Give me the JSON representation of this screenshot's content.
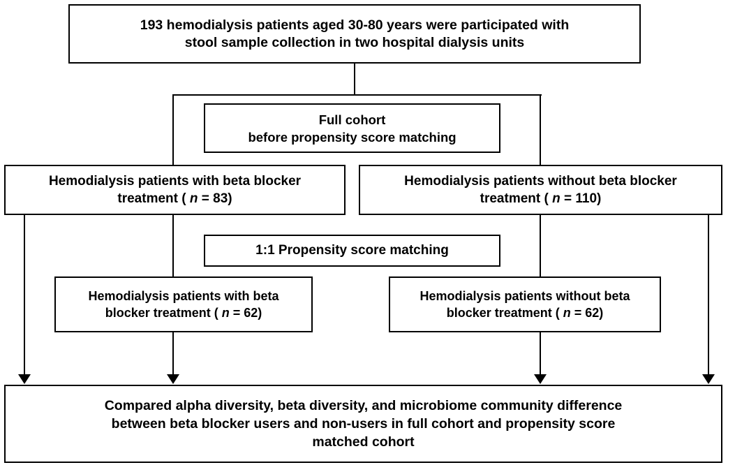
{
  "figure": {
    "type": "flowchart",
    "title": "Study design flow diagram",
    "line_color": "#000000",
    "box_fill": "#ffffff",
    "text_color": "#000000"
  },
  "nodes": {
    "top": {
      "line1": "193 hemodialysis patients aged 30-80 years were participated with",
      "line2": "stool sample collection in two hospital dialysis units"
    },
    "full_cohort": {
      "line1": "Full cohort",
      "line2": "before propensity score matching"
    },
    "bb_full": {
      "line1": "Hemodialysis patients with beta blocker",
      "line2_pre": "treatment ( ",
      "line2_italic": "n",
      "line2_post": " = 83)"
    },
    "nobb_full": {
      "line1": "Hemodialysis patients without beta blocker",
      "line2_pre": "treatment ( ",
      "line2_italic": "n",
      "line2_post": " = 110)"
    },
    "psm": {
      "line1": "1:1 Propensity score matching"
    },
    "bb_psm": {
      "line1": "Hemodialysis patients with beta",
      "line2_pre": "blocker treatment ( ",
      "line2_italic": "n",
      "line2_post": " = 62)"
    },
    "nobb_psm": {
      "line1": "Hemodialysis patients without beta",
      "line2_pre": "blocker treatment ( ",
      "line2_italic": "n",
      "line2_post": " = 62)"
    },
    "bottom": {
      "line1": "Compared alpha diversity, beta diversity, and microbiome community difference",
      "line2": "between beta blocker users and non-users in full cohort and propensity score",
      "line3": "matched cohort"
    }
  },
  "counts": {
    "total_enrolled": 193,
    "age_range": "30-80",
    "beta_blocker_full": 83,
    "no_beta_blocker_full": 110,
    "beta_blocker_matched": 62,
    "no_beta_blocker_matched": 62
  }
}
